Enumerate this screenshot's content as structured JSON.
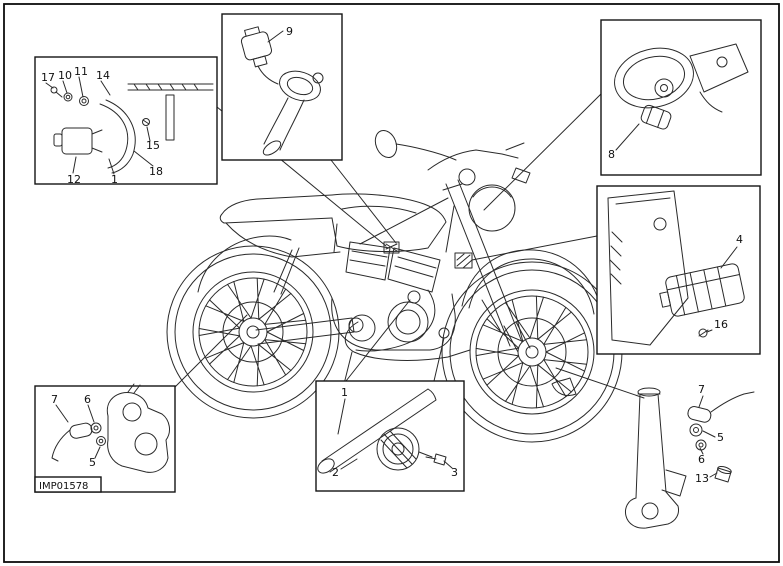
{
  "figure": {
    "code": "IMP01578"
  },
  "labels": {
    "box_sensor_bracket": {
      "n17": "17",
      "n10": "10",
      "n11": "11",
      "n14": "14",
      "n15": "15",
      "n12": "12",
      "n1": "1",
      "n18": "18"
    },
    "box_map_sensor": {
      "n9": "9"
    },
    "box_steering_lock": {
      "n8": "8"
    },
    "box_ecu": {
      "n4": "4",
      "n16": "16"
    },
    "box_rear_speed_sensor": {
      "n7": "7",
      "n6": "6",
      "n5": "5"
    },
    "box_horn": {
      "n1": "1",
      "n2": "2",
      "n3": "3"
    },
    "group_front_sensor": {
      "n7": "7",
      "n5": "5",
      "n6": "6",
      "n13": "13"
    }
  }
}
